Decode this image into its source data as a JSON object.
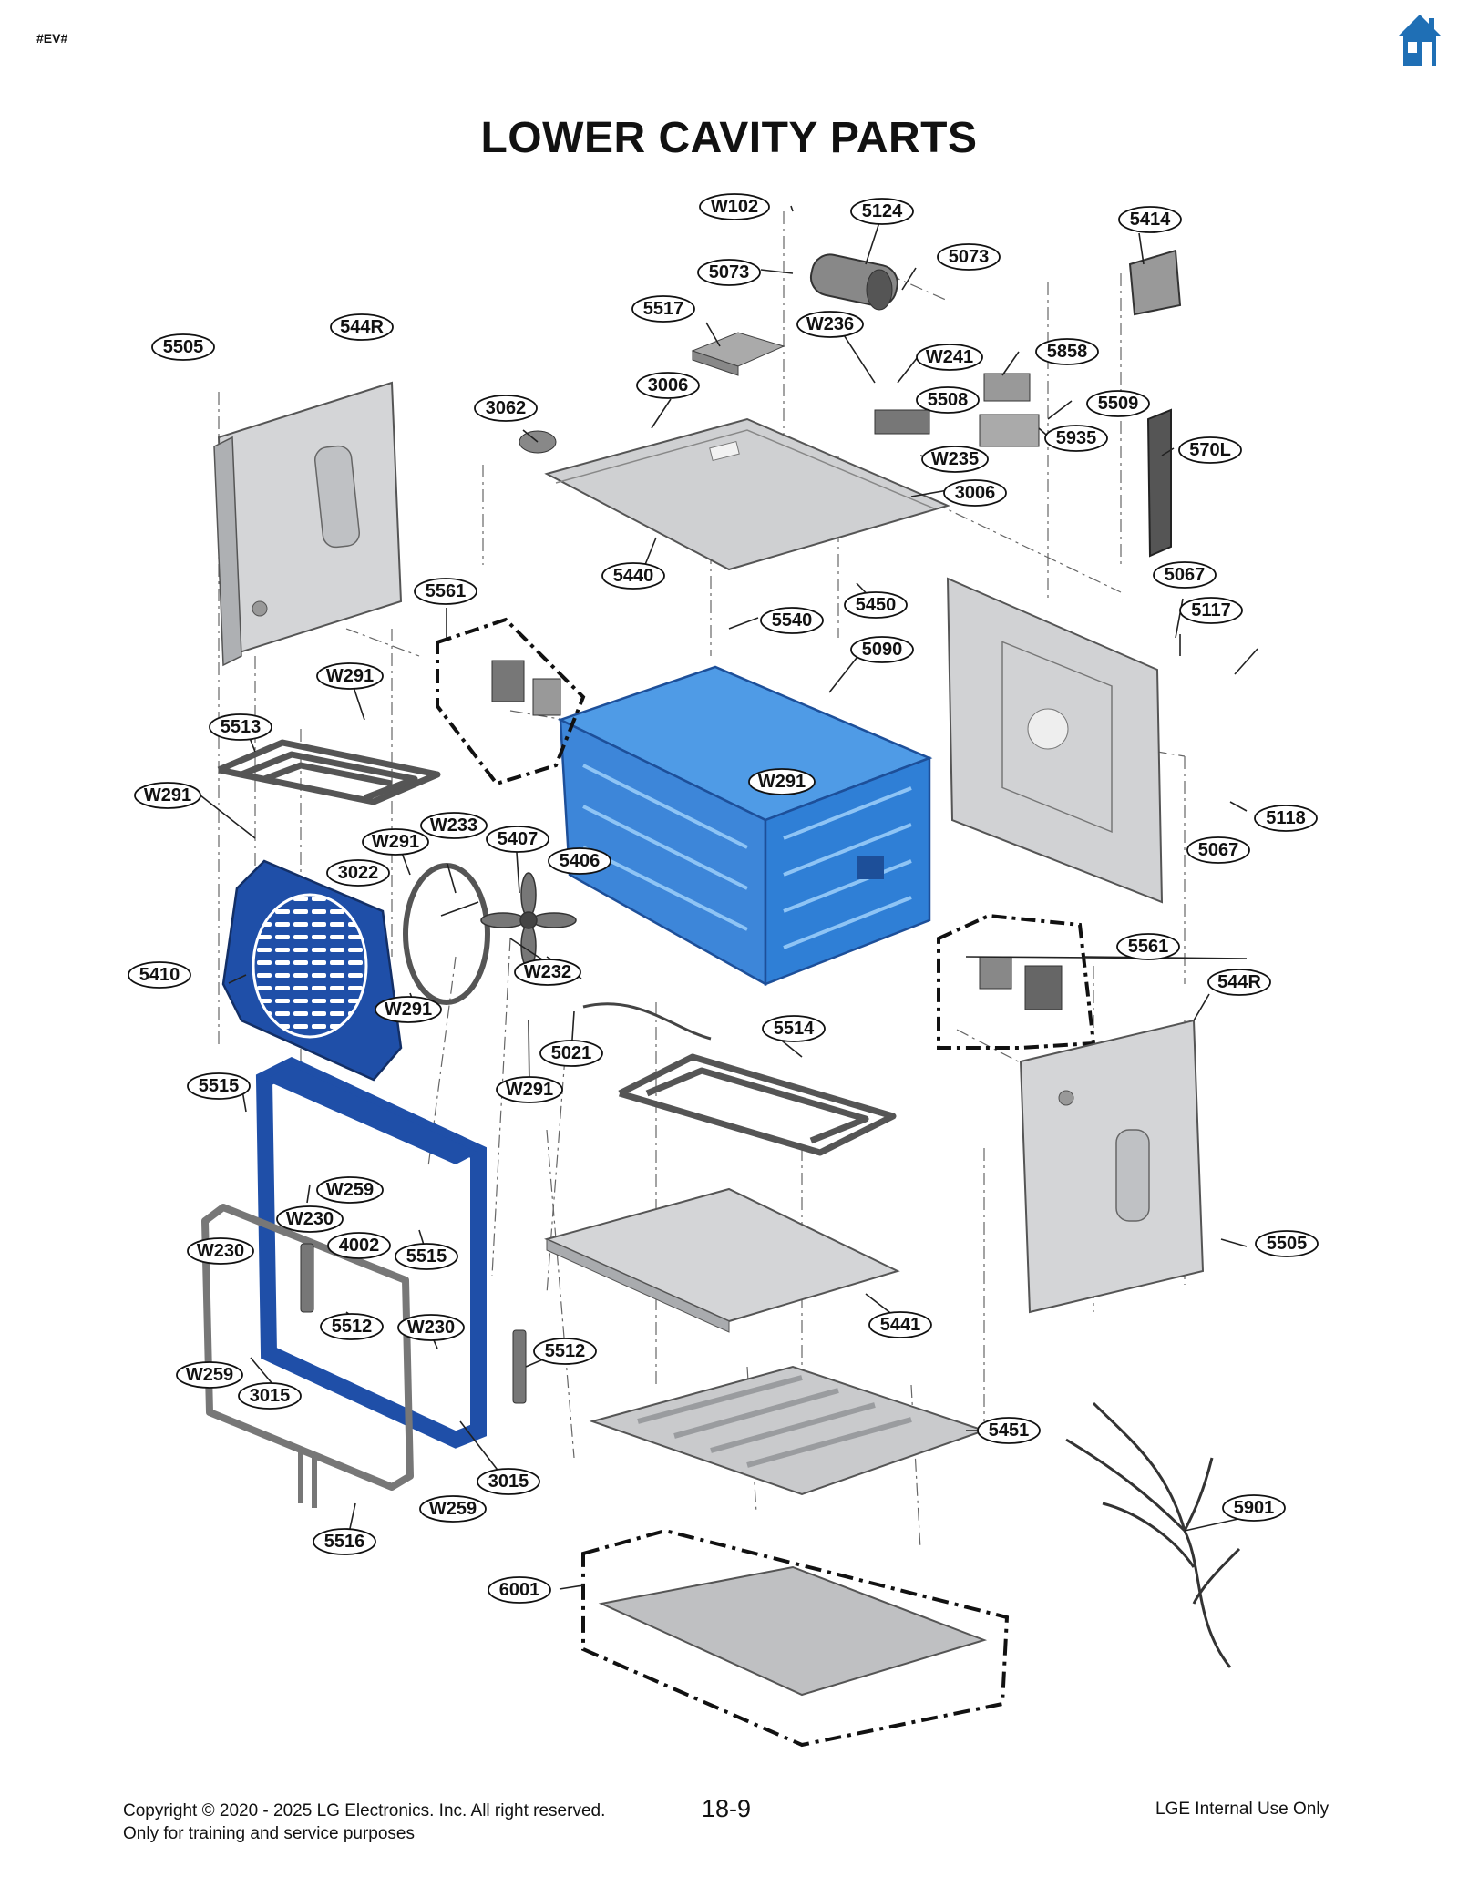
{
  "header": {
    "tag": "#EV#",
    "home_icon": "home-icon",
    "title": "LOWER CAVITY PARTS"
  },
  "colors": {
    "highlight_blue": "#2f7fd6",
    "dark_blue": "#1f4fa8",
    "gray_part": "#cfd0d2",
    "home_icon": "#1f6fb5"
  },
  "callouts": [
    {
      "label": "W102"
    },
    {
      "label": "5124"
    },
    {
      "label": "5414"
    },
    {
      "label": "5073"
    },
    {
      "label": "5073"
    },
    {
      "label": "5517"
    },
    {
      "label": "W236"
    },
    {
      "label": "544R"
    },
    {
      "label": "5505"
    },
    {
      "label": "W241"
    },
    {
      "label": "5858"
    },
    {
      "label": "3006"
    },
    {
      "label": "5508"
    },
    {
      "label": "5509"
    },
    {
      "label": "3062"
    },
    {
      "label": "5935"
    },
    {
      "label": "570L"
    },
    {
      "label": "W235"
    },
    {
      "label": "3006"
    },
    {
      "label": "5440"
    },
    {
      "label": "5067"
    },
    {
      "label": "5561"
    },
    {
      "label": "5450"
    },
    {
      "label": "5117"
    },
    {
      "label": "5540"
    },
    {
      "label": "5090"
    },
    {
      "label": "W291"
    },
    {
      "label": "5513"
    },
    {
      "label": "W291"
    },
    {
      "label": "W291"
    },
    {
      "label": "5118"
    },
    {
      "label": "W233"
    },
    {
      "label": "W291"
    },
    {
      "label": "5407"
    },
    {
      "label": "5067"
    },
    {
      "label": "3022"
    },
    {
      "label": "5406"
    },
    {
      "label": "5561"
    },
    {
      "label": "5410"
    },
    {
      "label": "W232"
    },
    {
      "label": "544R"
    },
    {
      "label": "W291"
    },
    {
      "label": "5514"
    },
    {
      "label": "5021"
    },
    {
      "label": "5515"
    },
    {
      "label": "W291"
    },
    {
      "label": "W259"
    },
    {
      "label": "W230"
    },
    {
      "label": "4002"
    },
    {
      "label": "5515"
    },
    {
      "label": "W230"
    },
    {
      "label": "5505"
    },
    {
      "label": "5512"
    },
    {
      "label": "W230"
    },
    {
      "label": "5441"
    },
    {
      "label": "5512"
    },
    {
      "label": "W259"
    },
    {
      "label": "3015"
    },
    {
      "label": "5451"
    },
    {
      "label": "3015"
    },
    {
      "label": "W259"
    },
    {
      "label": "5901"
    },
    {
      "label": "5516"
    },
    {
      "label": "6001"
    }
  ],
  "footer": {
    "copyright": "Copyright © 2020 - 2025 LG Electronics. Inc. All right reserved.",
    "purpose": "Only for training and service purposes",
    "page": "18-9",
    "internal": "LGE Internal Use Only"
  }
}
